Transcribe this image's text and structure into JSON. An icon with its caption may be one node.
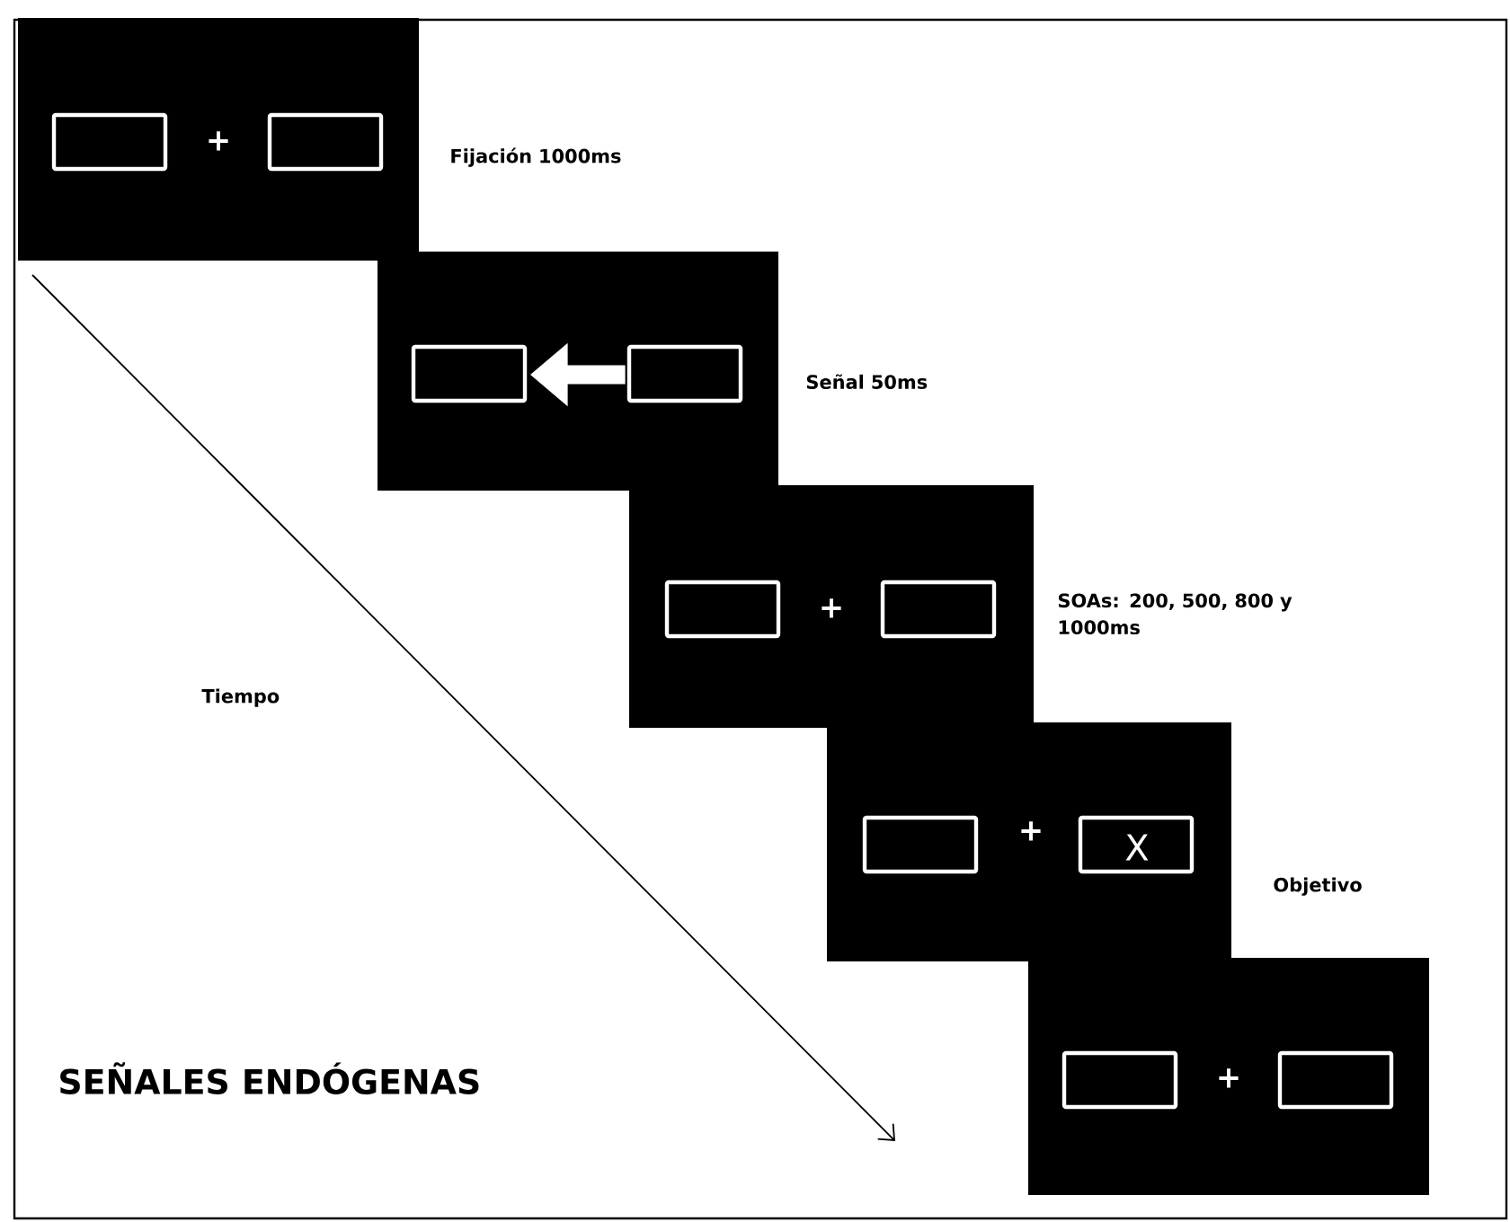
{
  "diagram": {
    "nodes": [
      {
        "text": [
          "+"
        ],
        "beside": [
          "Fijación 1000ms"
        ]
      },
      {
        "text": [],
        "shape": "box",
        "beside": [
          "Señal 50ms"
        ]
      },
      {
        "text": [
          "+"
        ],
        "beside": [
          "SOAs: 200, 500, 800 y 1000ms"
        ]
      },
      {
        "text": [
          "+",
          "X"
        ],
        "beside": [
          "Objetivo"
        ]
      },
      {
        "text": [
          "+"
        ]
      }
    ],
    "labels": [
      "Tiempo",
      "SEÑALES ENDÓGENAS"
    ]
  }
}
